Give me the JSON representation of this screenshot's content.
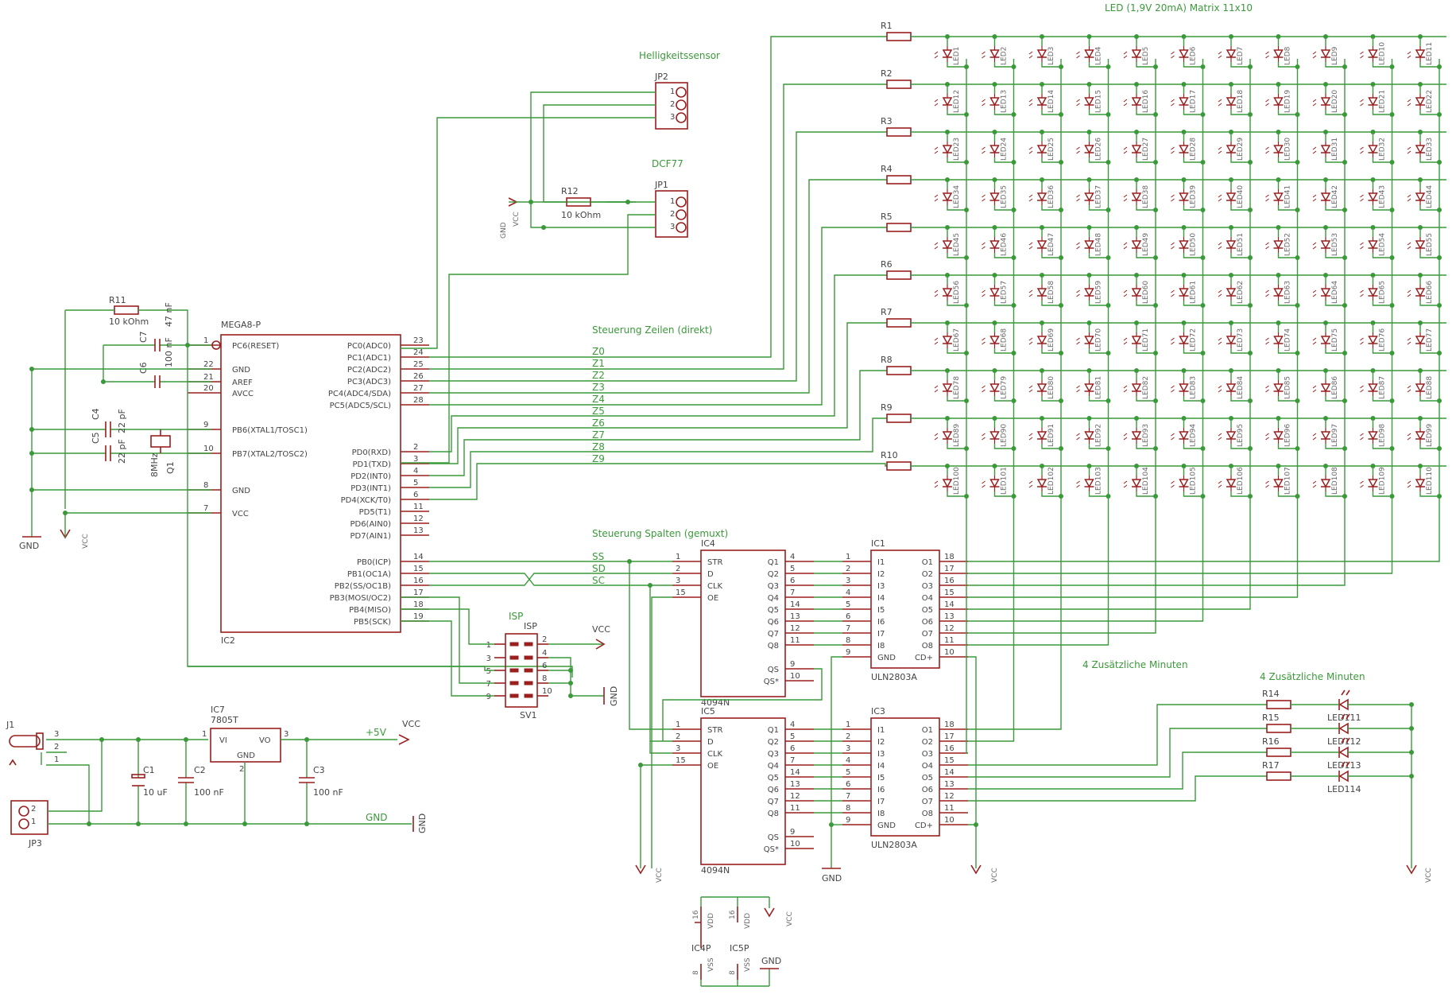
{
  "titles": {
    "matrix": "LED (1,9V 20mA) Matrix 11x10",
    "brightness": "Helligkeitssensor",
    "dcf": "DCF77",
    "rows": "Steuerung Zeilen (direkt)",
    "cols": "Steuerung Spalten (gemuxt)",
    "minutes1": "4 Zusätzliche Minuten",
    "minutes2": "4 Zusätzliche Minuten"
  },
  "mcu": {
    "name": "IC2",
    "value": "MEGA8-P",
    "left_pins": [
      {
        "num": "1",
        "name": "PC6(RESET)"
      },
      {
        "num": "22",
        "name": "GND"
      },
      {
        "num": "21",
        "name": "AREF"
      },
      {
        "num": "20",
        "name": "AVCC"
      },
      {
        "num": "9",
        "name": "PB6(XTAL1/TOSC1)"
      },
      {
        "num": "10",
        "name": "PB7(XTAL2/TOSC2)"
      },
      {
        "num": "8",
        "name": "GND"
      },
      {
        "num": "7",
        "name": "VCC"
      }
    ],
    "right_pins": [
      {
        "num": "23",
        "name": "PC0(ADC0)"
      },
      {
        "num": "24",
        "name": "PC1(ADC1)"
      },
      {
        "num": "25",
        "name": "PC2(ADC2)"
      },
      {
        "num": "26",
        "name": "PC3(ADC3)"
      },
      {
        "num": "27",
        "name": "PC4(ADC4/SDA)"
      },
      {
        "num": "28",
        "name": "PC5(ADC5/SCL)"
      },
      {
        "num": "2",
        "name": "PD0(RXD)"
      },
      {
        "num": "3",
        "name": "PD1(TXD)"
      },
      {
        "num": "4",
        "name": "PD2(INT0)"
      },
      {
        "num": "5",
        "name": "PD3(INT1)"
      },
      {
        "num": "6",
        "name": "PD4(XCK/T0)"
      },
      {
        "num": "11",
        "name": "PD5(T1)"
      },
      {
        "num": "12",
        "name": "PD6(AIN0)"
      },
      {
        "num": "13",
        "name": "PD7(AIN1)"
      },
      {
        "num": "14",
        "name": "PB0(ICP)"
      },
      {
        "num": "15",
        "name": "PB1(OC1A)"
      },
      {
        "num": "16",
        "name": "PB2(SS/OC1B)"
      },
      {
        "num": "17",
        "name": "PB3(MOSI/OC2)"
      },
      {
        "num": "18",
        "name": "PB4(MISO)"
      },
      {
        "num": "19",
        "name": "PB5(SCK)"
      }
    ]
  },
  "row_nets": [
    "Z0",
    "Z1",
    "Z2",
    "Z3",
    "Z4",
    "Z5",
    "Z6",
    "Z7",
    "Z8",
    "Z9"
  ],
  "spi_nets": [
    "SS",
    "SD",
    "SC"
  ],
  "row_resistors": [
    "R1",
    "R2",
    "R3",
    "R4",
    "R5",
    "R6",
    "R7",
    "R8",
    "R9",
    "R10"
  ],
  "min_resistors": [
    "R14",
    "R15",
    "R16",
    "R17"
  ],
  "min_leds": [
    "LED111",
    "LED112",
    "LED113",
    "LED114"
  ],
  "shift": {
    "pins_left": [
      {
        "num": "1",
        "name": "STR"
      },
      {
        "num": "2",
        "name": "D"
      },
      {
        "num": "3",
        "name": "CLK"
      },
      {
        "num": "15",
        "name": "OE"
      }
    ],
    "pins_right": [
      {
        "num": "4",
        "name": "Q1"
      },
      {
        "num": "5",
        "name": "Q2"
      },
      {
        "num": "6",
        "name": "Q3"
      },
      {
        "num": "7",
        "name": "Q4"
      },
      {
        "num": "14",
        "name": "Q5"
      },
      {
        "num": "13",
        "name": "Q6"
      },
      {
        "num": "12",
        "name": "Q7"
      },
      {
        "num": "11",
        "name": "Q8"
      },
      {
        "num": "9",
        "name": "QS"
      },
      {
        "num": "10",
        "name": "QS*"
      }
    ],
    "ic4": "IC4",
    "ic5": "IC5",
    "value": "4094N"
  },
  "driver": {
    "pins_left": [
      {
        "num": "1",
        "name": "I1"
      },
      {
        "num": "2",
        "name": "I2"
      },
      {
        "num": "3",
        "name": "I3"
      },
      {
        "num": "4",
        "name": "I4"
      },
      {
        "num": "5",
        "name": "I5"
      },
      {
        "num": "6",
        "name": "I6"
      },
      {
        "num": "7",
        "name": "I7"
      },
      {
        "num": "8",
        "name": "I8"
      },
      {
        "num": "9",
        "name": "GND"
      }
    ],
    "pins_right": [
      {
        "num": "18",
        "name": "O1"
      },
      {
        "num": "17",
        "name": "O2"
      },
      {
        "num": "16",
        "name": "O3"
      },
      {
        "num": "15",
        "name": "O4"
      },
      {
        "num": "14",
        "name": "O5"
      },
      {
        "num": "13",
        "name": "O6"
      },
      {
        "num": "12",
        "name": "O7"
      },
      {
        "num": "11",
        "name": "O8"
      },
      {
        "num": "10",
        "name": "CD+"
      }
    ],
    "ic1": "IC1",
    "ic3": "IC3",
    "value": "ULN2803A"
  },
  "isp": {
    "name": "SV1",
    "label": "ISP",
    "label2": "ISP",
    "left_nums": [
      "1",
      "3",
      "5",
      "7",
      "9"
    ],
    "right_nums": [
      "2",
      "4",
      "6",
      "8",
      "10"
    ]
  },
  "jp2": {
    "name": "JP2",
    "pins": [
      "1",
      "2",
      "3"
    ]
  },
  "jp1": {
    "name": "JP1",
    "pins": [
      "1",
      "2",
      "3"
    ]
  },
  "jp3": {
    "name": "JP3",
    "pins": [
      "2",
      "1"
    ]
  },
  "j1": {
    "name": "J1",
    "pins": [
      "3",
      "2",
      "1"
    ]
  },
  "parts": {
    "r11": "R11",
    "r11v": "10 kOhm",
    "r12": "R12",
    "r12v": "10 kOhm",
    "c7": "C7",
    "c7v": "100 nF",
    "c6": "C6",
    "c6v": "47 nF",
    "c4": "C4",
    "c4v": "22 pF",
    "c5": "C5",
    "c5v": "22 pF",
    "q1": "Q1",
    "q1v": "8MHz",
    "ic7": "IC7",
    "ic7v": "7805T",
    "vi": "VI",
    "vo": "VO",
    "vgnd": "GND",
    "p1": "1",
    "p2": "2",
    "p3": "3",
    "c1": "C1",
    "c1v": "10 uF",
    "c2": "C2",
    "c2v": "100 nF",
    "c3": "C3",
    "c3v": "100 nF",
    "ic4p": "IC4P",
    "ic5p": "IC5P",
    "vdd": "VDD",
    "vss": "VSS",
    "pin16": "16",
    "pin8": "8"
  },
  "supply": {
    "gnd": "GND",
    "vcc": "VCC",
    "v5": "+5V"
  },
  "led_matrix": {
    "cols": 11,
    "rows": 10,
    "prefix": "LED"
  }
}
